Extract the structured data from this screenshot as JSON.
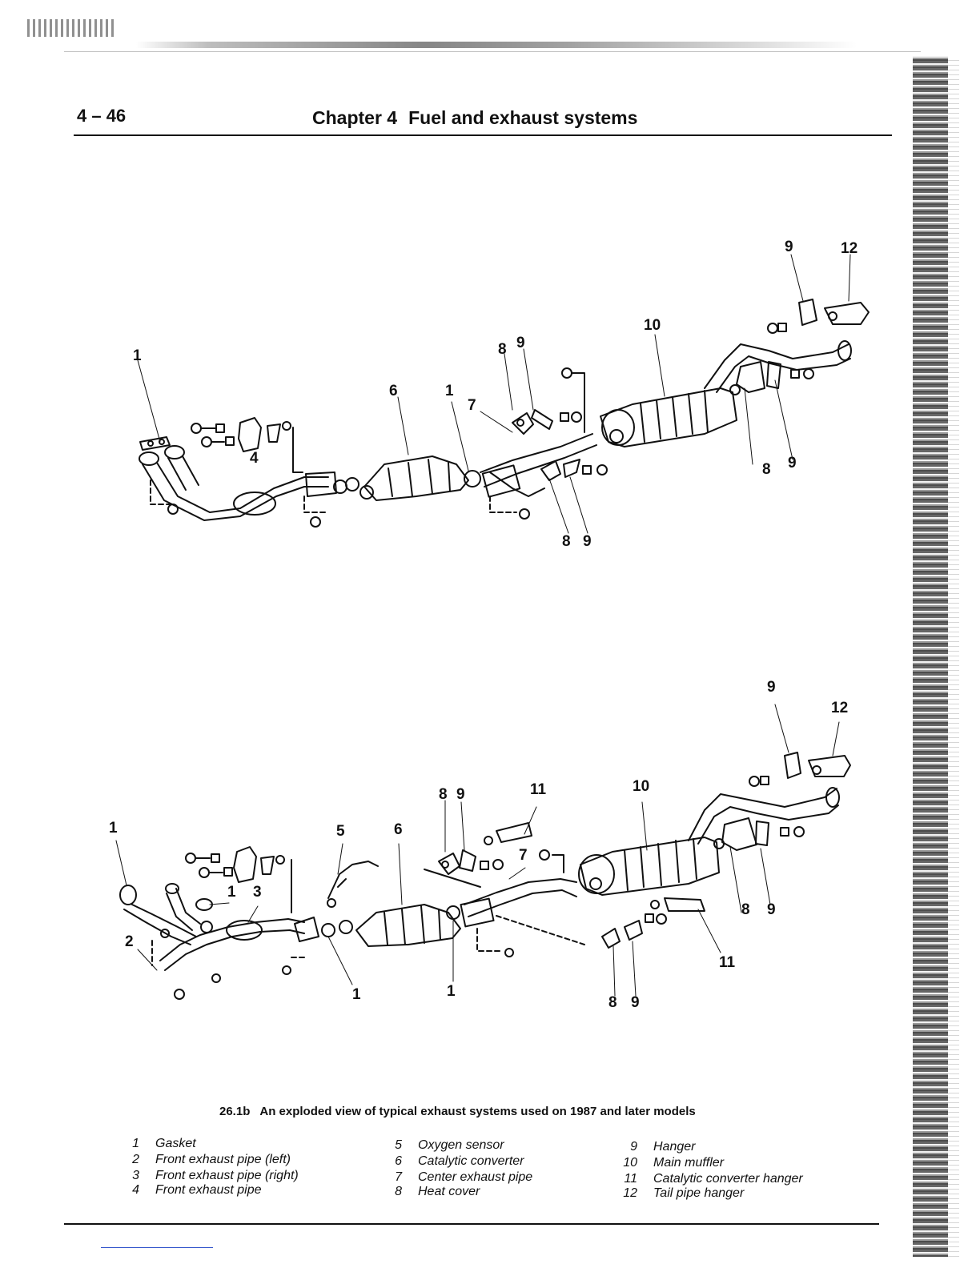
{
  "header": {
    "page_number": "4 – 46",
    "chapter_label": "Chapter 4",
    "chapter_title": "Fuel and exhaust systems"
  },
  "diagram_top": {
    "callouts": [
      "9",
      "12",
      "10",
      "8",
      "9",
      "1",
      "6",
      "1",
      "7",
      "4",
      "8",
      "9",
      "8",
      "9"
    ]
  },
  "diagram_bottom": {
    "callouts": [
      "9",
      "12",
      "8",
      "9",
      "11",
      "10",
      "1",
      "5",
      "6",
      "7",
      "1",
      "3",
      "2",
      "8",
      "9",
      "11",
      "1",
      "1",
      "8",
      "9"
    ]
  },
  "caption": {
    "figure": "26.1b",
    "text": "An exploded view of typical exhaust systems used on 1987 and later models"
  },
  "legend": [
    {
      "num": "1",
      "label": "Gasket"
    },
    {
      "num": "2",
      "label": "Front exhaust pipe (left)"
    },
    {
      "num": "3",
      "label": "Front exhaust pipe (right)"
    },
    {
      "num": "4",
      "label": "Front exhaust pipe"
    },
    {
      "num": "5",
      "label": "Oxygen sensor"
    },
    {
      "num": "6",
      "label": "Catalytic converter"
    },
    {
      "num": "7",
      "label": "Center exhaust pipe"
    },
    {
      "num": "8",
      "label": "Heat cover"
    },
    {
      "num": "9",
      "label": "Hanger"
    },
    {
      "num": "10",
      "label": "Main muffler"
    },
    {
      "num": "11",
      "label": "Catalytic converter hanger"
    },
    {
      "num": "12",
      "label": "Tail pipe hanger"
    }
  ]
}
